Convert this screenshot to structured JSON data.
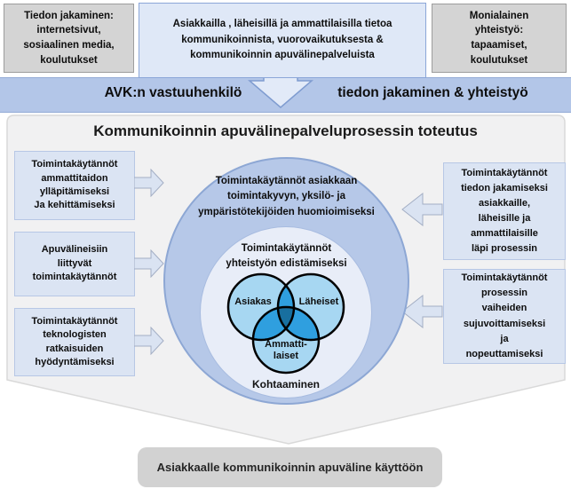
{
  "diagram": {
    "header": {
      "left_box": "Tiedon jakaminen:\ninternetsivut,\nsosiaalinen media,\nkoulutukset",
      "center_box": "Asiakkailla , läheisillä ja ammattilaisilla tietoa\nkommunikoinnista, vuorovaikutuksesta &\nkommunikoinnin apuvälinepalveluista",
      "right_box": "Monialainen\nyhteistyö:\ntapaamiset,\nkoulutukset"
    },
    "band": {
      "left_label": "AVK:n vastuuhenkilö",
      "right_label": "tiedon jakaminen & yhteistyö"
    },
    "process": {
      "title": "Kommunikoinnin apuvälinepalveluprosessin toteutus",
      "left_boxes": [
        "Toimintakäytännöt\nammattitaidon\nylläpitämiseksi\nJa kehittämiseksi",
        "Apuvälineisiin\nliittyvät\ntoimintakäytännöt",
        "Toimintakäytännöt\nteknologisten\nratkaisuiden\nhyödyntämiseksi"
      ],
      "right_boxes": [
        "Toimintakäytännöt\ntiedon jakamiseksi\nasiakkaille,\nläheisille ja\nammattilaisille\nläpi prosessin",
        "Toimintakäytännöt\nprosessin\nvaiheiden\nsujuvoittamiseksi\nja\nnopeuttamiseksi"
      ],
      "outer_circle": "Toimintakäytännöt asiakkaan\ntoimintakyvyn, yksilö- ja\nympäristötekijöiden huomioimiseksi",
      "inner_circle": "Toimintakäytännöt\nyhteistyön edistämiseksi",
      "venn": {
        "left": "Asiakas",
        "right": "Läheiset",
        "bottom": "Ammatti-\nlaiset",
        "caption": "Kohtaaminen"
      }
    },
    "footer_box": "Asiakkaalle kommunikoinnin apuväline käyttöön",
    "colors": {
      "band": "#b3c6e8",
      "blue_box_fill": "#dbe4f3",
      "blue_box_border": "#b7c7e5",
      "gray_box_fill": "#d4d4d4",
      "gray_box_border": "#9d9d9d",
      "outer_circle_fill": "#b6c8e8",
      "inner_circle_fill": "#e8edf8",
      "venn_base": "#a7d7f2",
      "venn_overlap": "#2f9fdf",
      "venn_core": "#186f9f"
    }
  }
}
